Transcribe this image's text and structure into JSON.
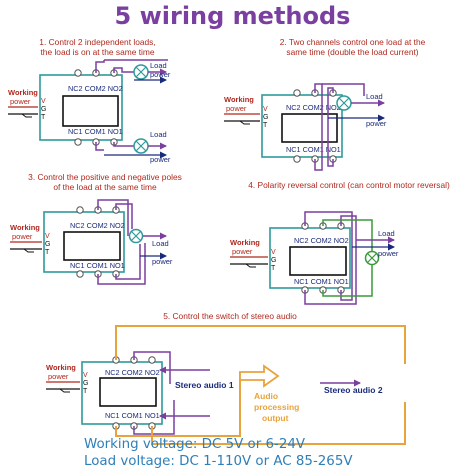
{
  "title": "5 wiring methods",
  "methods": [
    {
      "caption_line1": "1. Control 2 independent loads,",
      "caption_line2": "the load is on at the same time"
    },
    {
      "caption_line1": "2. Two channels control one load at the",
      "caption_line2": "same time (double the load current)"
    },
    {
      "caption_line1": "3. Control the positive and negative poles",
      "caption_line2": "of the load at the same time"
    },
    {
      "caption_line1": "4. Polarity reversal control (can control motor reversal)",
      "caption_line2": ""
    },
    {
      "caption_line1": "5. Control the switch of stereo audio",
      "caption_line2": ""
    }
  ],
  "labels": {
    "working": "Working",
    "power": "power",
    "pin_v": "V",
    "pin_g": "G",
    "pin_t": "T",
    "top_terminals": "NC2 COM2 NO2",
    "bottom_terminals": "NC1 COM1 NO1",
    "load": "Load",
    "load_power": "power",
    "stereo_audio_1": "Stereo audio 1",
    "stereo_audio_2": "Stereo audio 2",
    "audio_processing_1": "Audio",
    "audio_processing_2": "processing",
    "audio_processing_3": "output"
  },
  "footer": {
    "working_voltage": "Working voltage: DC 5V or 6-24V",
    "load_voltage": "Load voltage: DC 1-110V or AC 85-265V"
  },
  "colors": {
    "title": "#7b3fa0",
    "caption": "#b0281e",
    "footer": "#2e7fb8",
    "wire": "#7b3fa0",
    "board": "#2e9a9a",
    "audio_wire": "#e8a33c",
    "text": "#1a2a7a"
  }
}
